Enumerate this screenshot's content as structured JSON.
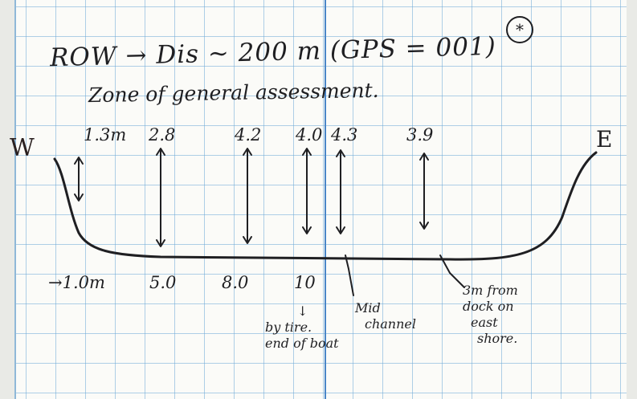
{
  "header": {
    "line1": "ROW → Dis ~ 200 m (GPS = 001)",
    "star_mark": "*",
    "line2": "Zone of general assessment."
  },
  "bank_labels": {
    "west": "W",
    "east": "E"
  },
  "depths": [
    "1.3m",
    "2.8",
    "4.2",
    "4.0",
    "4.3",
    "3.9"
  ],
  "widths": [
    "→1.0m",
    "5.0",
    "8.0",
    "10"
  ],
  "notes": {
    "end_of_boat": {
      "arrow": "↓",
      "line1": "by tire.",
      "line2": "end of boat"
    },
    "mid_channel": {
      "line1": "Mid",
      "line2": "channel"
    },
    "dock": {
      "line1": "3m from",
      "line2": "dock on",
      "line3": "east",
      "line4": "shore."
    }
  },
  "colors": {
    "ink": "#1f1f22",
    "grid": "#6eaad7",
    "spine": "#4a86c8",
    "paper": "#fbfbf8"
  }
}
